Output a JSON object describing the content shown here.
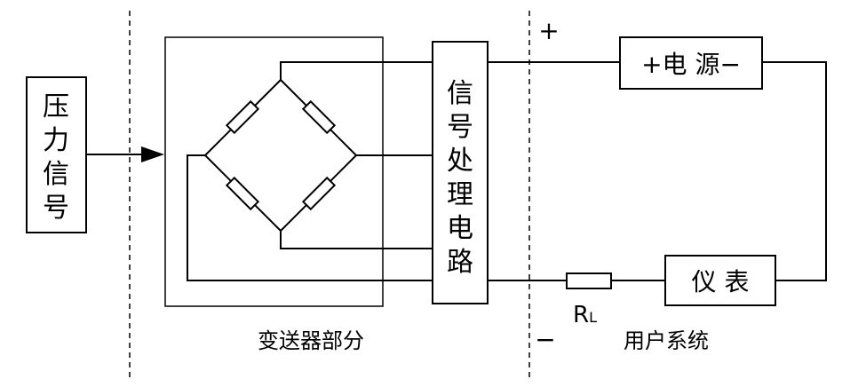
{
  "pressure_signal": [
    "压",
    "力",
    "信",
    "号"
  ],
  "signal_processing": [
    "信",
    "号",
    "处",
    "理",
    "电",
    "路"
  ],
  "power_supply": "+电 源−",
  "meter": "仪 表",
  "load_resistor": {
    "main": "R",
    "sub": "L"
  },
  "plus_sign": "+",
  "minus_sign": "−",
  "transmitter_section": "变送器部分",
  "user_system": "用户系统"
}
